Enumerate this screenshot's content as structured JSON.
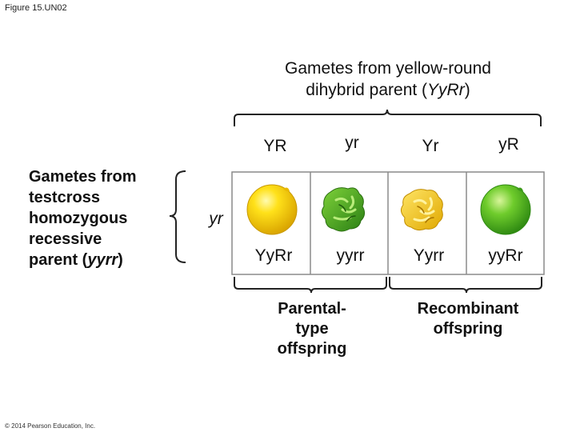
{
  "figure_label": "Figure 15.UN02",
  "copyright": "© 2014 Pearson Education, Inc.",
  "top_title": {
    "line1": "Gametes from yellow-round",
    "line2_prefix": "dihybrid parent (",
    "line2_genotype": "YyRr",
    "line2_suffix": ")"
  },
  "left_title": {
    "line1": "Gametes from",
    "line2": "testcross",
    "line3": "homozygous",
    "line4": "recessive",
    "line5_prefix": "parent (",
    "line5_genotype": "yyrr",
    "line5_suffix": ")"
  },
  "recessive_gamete": "yr",
  "gametes": [
    "YR",
    "yr",
    "Yr",
    "yR"
  ],
  "offspring": [
    {
      "genotype": "YyRr",
      "pea": "yellow-round-pea-icon"
    },
    {
      "genotype": "yyrr",
      "pea": "green-wrinkled-pea-icon"
    },
    {
      "genotype": "Yyrr",
      "pea": "yellow-wrinkled-pea-icon"
    },
    {
      "genotype": "yyRr",
      "pea": "green-round-pea-icon"
    }
  ],
  "groups": {
    "parental": {
      "line1": "Parental-",
      "line2": "type",
      "line3": "offspring"
    },
    "recombinant": {
      "line1": "Recombinant",
      "line2": "offspring"
    }
  },
  "colors": {
    "yellow_pea": "#f2c200",
    "yellow_pea_light": "#fff27a",
    "green_pea": "#3aa81c",
    "green_pea_light": "#a8e26a",
    "yellow_wrinkled": "#f0c420",
    "green_wrinkled": "#3c9a22",
    "grid_border": "#888888"
  }
}
